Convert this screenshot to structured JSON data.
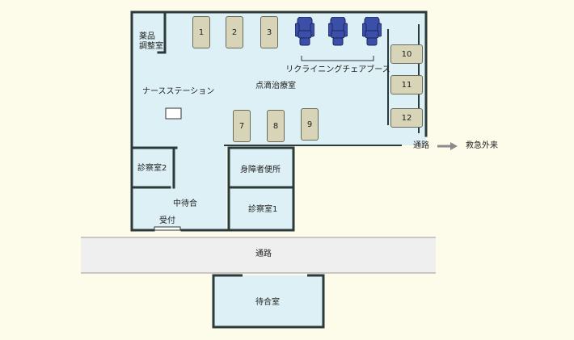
{
  "rooms": {
    "pharmacy": "薬品\n調整室",
    "nurse_station": "ナースステーション",
    "infusion_room": "点滴治療室",
    "recliner_booth": "リクライニングチェアブース",
    "exam2": "診察室2",
    "accessible_toilet": "身障者便所",
    "inner_waiting": "中待合",
    "reception": "受付",
    "exam1": "診察室1",
    "corridor": "通路",
    "waiting_room": "待合室"
  },
  "exit": {
    "corridor_label": "通路",
    "destination": "救急外来"
  },
  "beds": {
    "top": [
      "1",
      "2",
      "3"
    ],
    "middle": [
      "7",
      "8",
      "9"
    ],
    "right": [
      "10",
      "11",
      "12"
    ]
  },
  "icons": {
    "recliner": "recliner-chair-icon",
    "arrow": "arrow-right-icon"
  },
  "colors": {
    "room_fill": "#dcf0f5",
    "wall": "#2b3a3a",
    "bed_fill": "#d8d4b8",
    "chair_fill": "#3b4fa8",
    "corridor_fill": "#efefef",
    "background": "#fdfbe9"
  }
}
